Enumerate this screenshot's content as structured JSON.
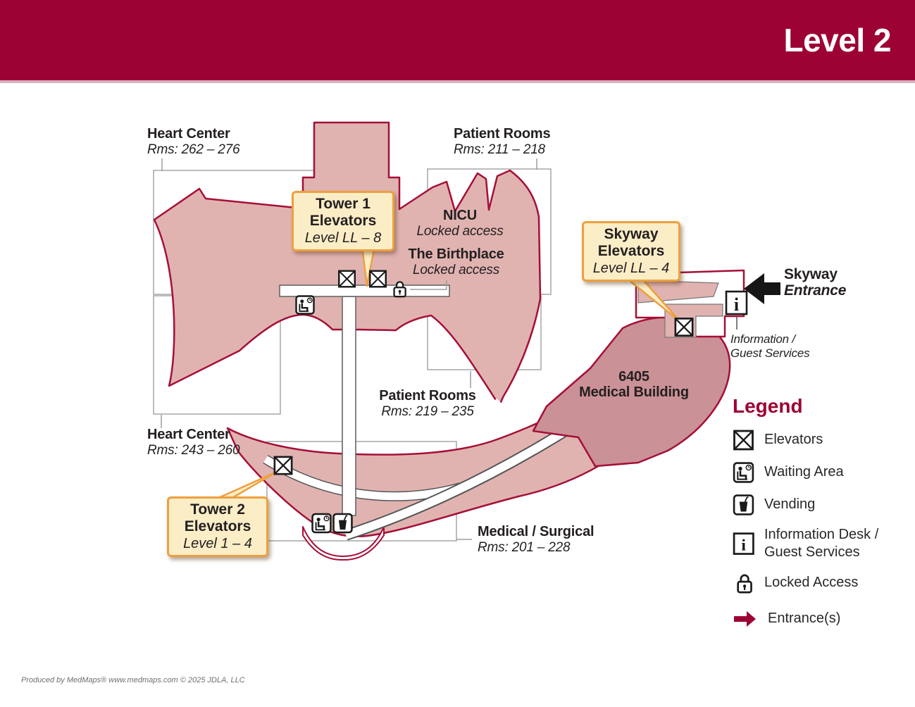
{
  "header": {
    "title": "Level 2"
  },
  "map": {
    "labels": {
      "heart_center_upper": {
        "title": "Heart Center",
        "rooms": "Rms: 262 – 276"
      },
      "patient_rooms_upper": {
        "title": "Patient Rooms",
        "rooms": "Rms: 211 – 218"
      },
      "nicu": {
        "title": "NICU",
        "note": "Locked access"
      },
      "birthplace": {
        "title": "The Birthplace",
        "note": "Locked access"
      },
      "patient_rooms_lower": {
        "title": "Patient Rooms",
        "rooms": "Rms: 219 – 235"
      },
      "heart_center_lower": {
        "title": "Heart Center",
        "rooms": "Rms: 243 – 260"
      },
      "medical_surgical": {
        "title": "Medical / Surgical",
        "rooms": "Rms: 201 – 228"
      },
      "building_6405": {
        "line1": "6405",
        "line2": "Medical Building"
      },
      "skyway_entrance": {
        "line1": "Skyway",
        "line2": "Entrance"
      },
      "information_guest": {
        "line1": "Information /",
        "line2": "Guest Services"
      }
    },
    "callouts": {
      "tower1": {
        "line1": "Tower 1",
        "line2": "Elevators",
        "levels": "Level LL – 8"
      },
      "skyway": {
        "line1": "Skyway",
        "line2": "Elevators",
        "levels": "Level LL – 4"
      },
      "tower2": {
        "line1": "Tower 2",
        "line2": "Elevators",
        "levels": "Level 1 – 4"
      }
    }
  },
  "icons": {
    "info_glyph": "i"
  },
  "legend": {
    "title": "Legend",
    "items": [
      {
        "icon": "elevator-icon",
        "label": "Elevators"
      },
      {
        "icon": "waiting-area-icon",
        "label": "Waiting Area"
      },
      {
        "icon": "vending-icon",
        "label": "Vending"
      },
      {
        "icon": "information-desk-icon",
        "label": "Information Desk /",
        "label2": "Guest Services"
      },
      {
        "icon": "locked-access-icon",
        "label": "Locked Access"
      },
      {
        "icon": "entrance-icon",
        "label": "Entrance(s)"
      }
    ]
  },
  "footer": {
    "credit": "Produced by MedMaps®  www.medmaps.com  © 2025 JDLA, LLC"
  },
  "colors": {
    "header_bar": "#9C0233",
    "map_outline": "#A50F37",
    "building_fill": "#E0B3B1",
    "building_6405_fill": "#CA9196",
    "callout_bg": "#FBEDC6",
    "callout_border": "#EDA03F"
  }
}
